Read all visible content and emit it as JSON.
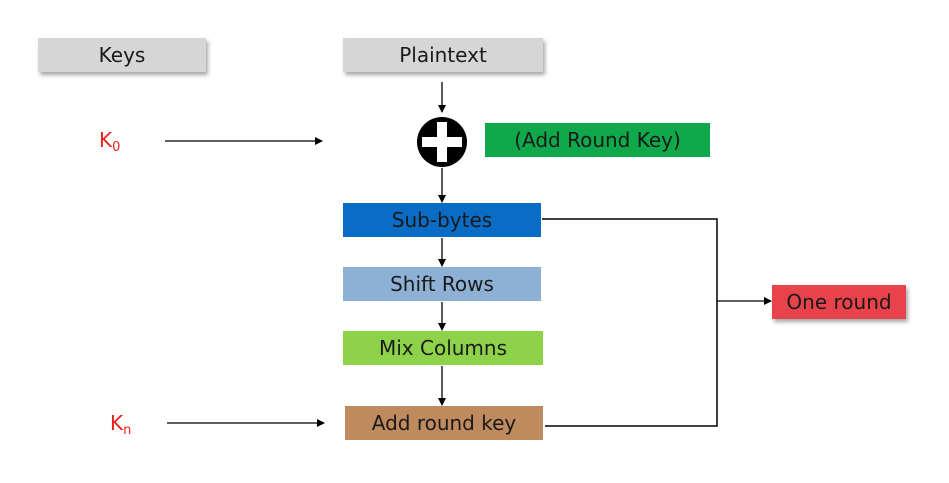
{
  "colors": {
    "header_gray": "#d6d6d6",
    "add_round_key_label": "#0fa84a",
    "sub_bytes": "#0a6cc4",
    "shift_rows": "#8db0d4",
    "mix_columns": "#8ed24a",
    "add_round_key_box": "#c08a5f",
    "one_round": "#e8424a",
    "key_label": "#e8231e"
  },
  "headers": {
    "keys": "Keys",
    "plaintext": "Plaintext"
  },
  "keys": {
    "k0": {
      "base": "K",
      "sub": "0"
    },
    "kn": {
      "base": "K",
      "sub": "n"
    }
  },
  "xor_icon": "xor-circle-plus-icon",
  "steps": {
    "add_round_key_note": "(Add Round Key)",
    "sub_bytes": "Sub-bytes",
    "shift_rows": "Shift Rows",
    "mix_columns": "Mix Columns",
    "add_round_key": "Add round key"
  },
  "one_round": "One round"
}
